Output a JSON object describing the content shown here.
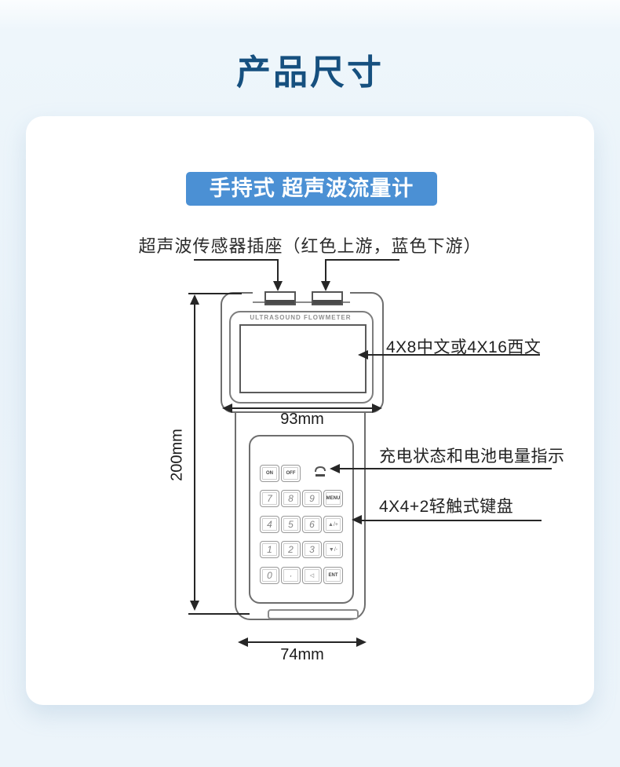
{
  "page": {
    "title": "产品尺寸"
  },
  "colors": {
    "title": "#16507f",
    "badge_bg": "#4b90d4",
    "page_bg": "#e9f2f9",
    "card_bg": "#ffffff",
    "drawing_line": "#6e6e6e",
    "annotation_line": "#262626"
  },
  "badge": {
    "label": "手持式 超声波流量计"
  },
  "labels": {
    "sensor_socket": "超声波传感器插座（红色上游，蓝色下游）",
    "screen_spec": "4X8中文或4X16西文",
    "charge_indicator": "充电状态和电池电量指示",
    "keypad_spec": "4X4+2轻触式键盘"
  },
  "dimensions": {
    "top_width": "93mm",
    "height": "200mm",
    "bottom_width": "74mm"
  },
  "device": {
    "brand": "ULTRASOUND FLOWMETER",
    "keypad": {
      "power": [
        "ON",
        "OFF"
      ],
      "rows": [
        [
          "7",
          "8",
          "9",
          "MENU"
        ],
        [
          "4",
          "5",
          "6",
          "▲/+"
        ],
        [
          "1",
          "2",
          "3",
          "·"
        ],
        [
          "0",
          "·",
          "◁",
          "ENT"
        ]
      ],
      "fn_row2_col3": "▼/-"
    }
  }
}
